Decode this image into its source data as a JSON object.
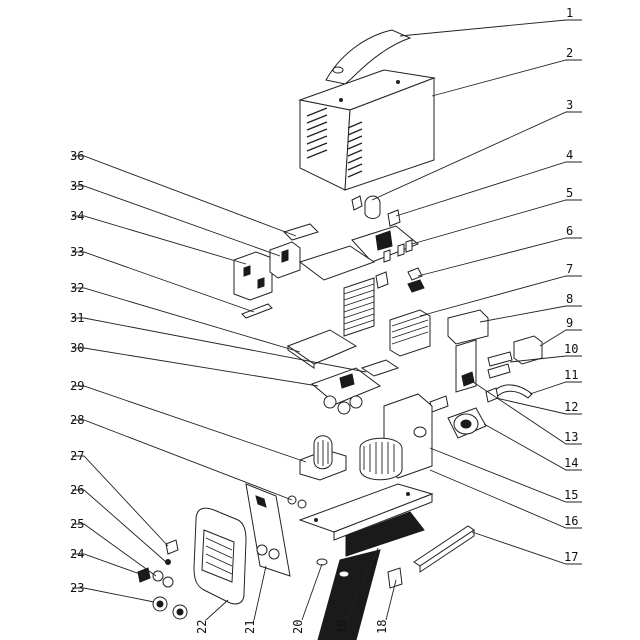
{
  "callouts": [
    {
      "n": "1"
    },
    {
      "n": "2"
    },
    {
      "n": "3"
    },
    {
      "n": "4"
    },
    {
      "n": "5"
    },
    {
      "n": "6"
    },
    {
      "n": "7"
    },
    {
      "n": "8"
    },
    {
      "n": "9"
    },
    {
      "n": "10"
    },
    {
      "n": "11"
    },
    {
      "n": "12"
    },
    {
      "n": "13"
    },
    {
      "n": "14"
    },
    {
      "n": "15"
    },
    {
      "n": "16"
    },
    {
      "n": "17"
    },
    {
      "n": "18"
    },
    {
      "n": "19"
    },
    {
      "n": "20"
    },
    {
      "n": "21"
    },
    {
      "n": "22"
    },
    {
      "n": "23"
    },
    {
      "n": "24"
    },
    {
      "n": "25"
    },
    {
      "n": "26"
    },
    {
      "n": "27"
    },
    {
      "n": "28"
    },
    {
      "n": "29"
    },
    {
      "n": "30"
    },
    {
      "n": "31"
    },
    {
      "n": "32"
    },
    {
      "n": "33"
    },
    {
      "n": "34"
    },
    {
      "n": "35"
    },
    {
      "n": "36"
    }
  ]
}
